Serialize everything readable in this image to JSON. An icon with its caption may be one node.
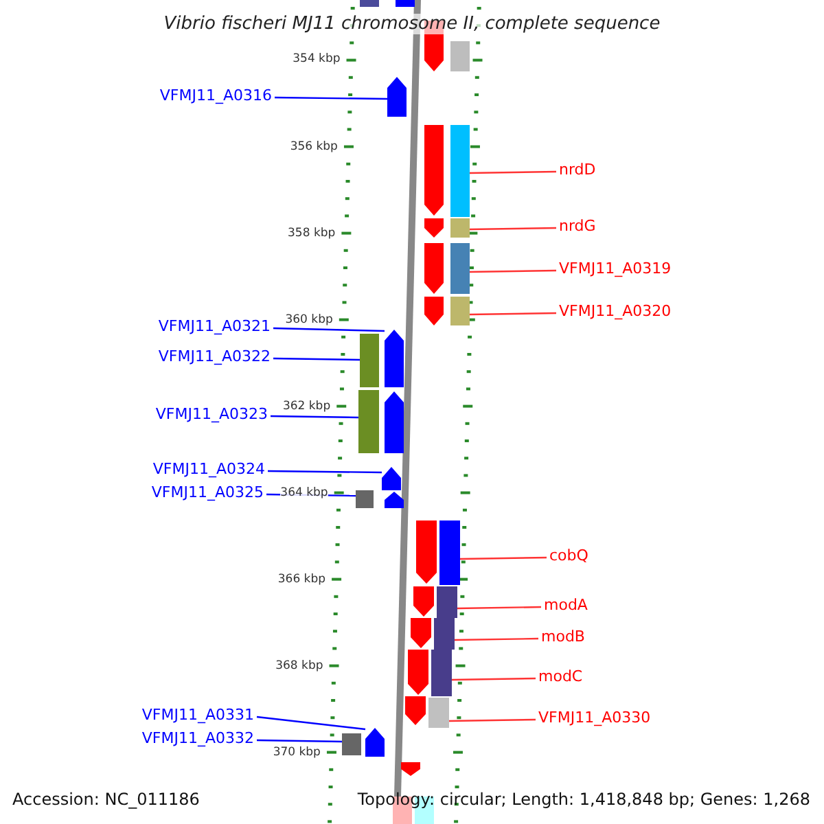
{
  "diagram": {
    "title": "Vibrio fischeri MJ11 chromosome II, complete sequence",
    "nodes": [
      {
        "text": [
          "VFMJ11_A0316"
        ]
      },
      {
        "text": [],
        "shape": "arrow"
      },
      {
        "text": [
          "nrdD"
        ]
      },
      {
        "text": [],
        "shape": "bar"
      },
      {
        "text": [
          "nrdG"
        ]
      },
      {
        "text": [],
        "shape": "bar"
      },
      {
        "text": [
          "VFMJ11_A0319"
        ]
      },
      {
        "text": [],
        "shape": "bar"
      },
      {
        "text": [
          "VFMJ11_A0320"
        ]
      },
      {
        "text": [],
        "shape": "bar"
      },
      {
        "text": [
          "VFMJ11_A0321"
        ]
      },
      {
        "text": [],
        "shape": "arrow"
      },
      {
        "text": [
          "VFMJ11_A0322"
        ]
      },
      {
        "text": [],
        "shape": "bar"
      },
      {
        "text": [
          "VFMJ11_A0323"
        ]
      },
      {
        "text": [],
        "shape": "bar"
      },
      {
        "text": [
          "VFMJ11_A0324"
        ]
      },
      {
        "text": [],
        "shape": "arrow"
      },
      {
        "text": [
          "VFMJ11_A0325"
        ]
      },
      {
        "text": [],
        "shape": "bar"
      },
      {
        "text": [
          "cobQ"
        ]
      },
      {
        "text": [],
        "shape": "bar"
      },
      {
        "text": [
          "modA"
        ]
      },
      {
        "text": [],
        "shape": "bar"
      },
      {
        "text": [
          "modB"
        ]
      },
      {
        "text": [],
        "shape": "bar"
      },
      {
        "text": [
          "modC"
        ]
      },
      {
        "text": [],
        "shape": "bar"
      },
      {
        "text": [
          "VFMJ11_A0331"
        ]
      },
      {
        "text": [],
        "shape": "arrow"
      },
      {
        "text": [
          "VFMJ11_A0330"
        ]
      },
      {
        "text": [],
        "shape": "bar"
      },
      {
        "text": [
          "VFMJ11_A0332"
        ]
      },
      {
        "text": [],
        "shape": "bar"
      },
      {
        "text": [],
        "shape": "bar"
      },
      {
        "text": [],
        "shape": "bar"
      },
      {
        "text": [],
        "shape": "arrow"
      },
      {
        "text": [],
        "shape": "bar"
      },
      {
        "text": [],
        "shape": "arrow"
      },
      {
        "text": [],
        "shape": "arrow"
      },
      {
        "text": [],
        "shape": "arrow"
      },
      {
        "text": [],
        "shape": "arrow"
      },
      {
        "text": [],
        "shape": "arrow"
      },
      {
        "text": [],
        "shape": "arrow"
      },
      {
        "text": [],
        "shape": "arrow"
      },
      {
        "text": [],
        "shape": "arrow"
      },
      {
        "text": [],
        "shape": "arrow"
      },
      {
        "text": [],
        "shape": "arrow"
      },
      {
        "text": [],
        "shape": "arrow"
      },
      {
        "text": [],
        "shape": "arrow"
      },
      {
        "text": [],
        "shape": "bar"
      },
      {
        "text": [],
        "shape": "bar"
      }
    ],
    "edges": [
      {
        "from": 0,
        "to": 1,
        "arrow": "none",
        "color": "#0000ff"
      },
      {
        "from": 2,
        "to": 3,
        "arrow": "none"
      },
      {
        "from": 4,
        "to": 5,
        "arrow": "none"
      },
      {
        "from": 6,
        "to": 7,
        "arrow": "none"
      },
      {
        "from": 8,
        "to": 9,
        "arrow": "none"
      },
      {
        "from": 10,
        "to": 11,
        "arrow": "none",
        "color": "#0000ff"
      },
      {
        "from": 12,
        "to": 13,
        "arrow": "none",
        "color": "#0000ff"
      },
      {
        "from": 14,
        "to": 15,
        "arrow": "none",
        "color": "#0000ff"
      },
      {
        "from": 16,
        "to": 17,
        "arrow": "none",
        "color": "#0000ff"
      },
      {
        "from": 18,
        "to": 19,
        "arrow": "none",
        "color": "#0000ff"
      },
      {
        "from": 20,
        "to": 21,
        "arrow": "none"
      },
      {
        "from": 22,
        "to": 23,
        "arrow": "none"
      },
      {
        "from": 24,
        "to": 25,
        "arrow": "none"
      },
      {
        "from": 26,
        "to": 27,
        "arrow": "none"
      },
      {
        "from": 28,
        "to": 29,
        "arrow": "none",
        "color": "#0000ff"
      },
      {
        "from": 30,
        "to": 31,
        "arrow": "none"
      },
      {
        "from": 32,
        "to": 33,
        "arrow": "none",
        "color": "#0000ff"
      }
    ],
    "labels": [
      "354 kbp",
      "356 kbp",
      "358 kbp",
      "360 kbp",
      "362 kbp",
      "364 kbp",
      "366 kbp",
      "368 kbp",
      "370 kbp",
      "Accession: NC_011186",
      "Topology: circular; Length: 1,418,848 bp; Genes: 1,268"
    ]
  }
}
